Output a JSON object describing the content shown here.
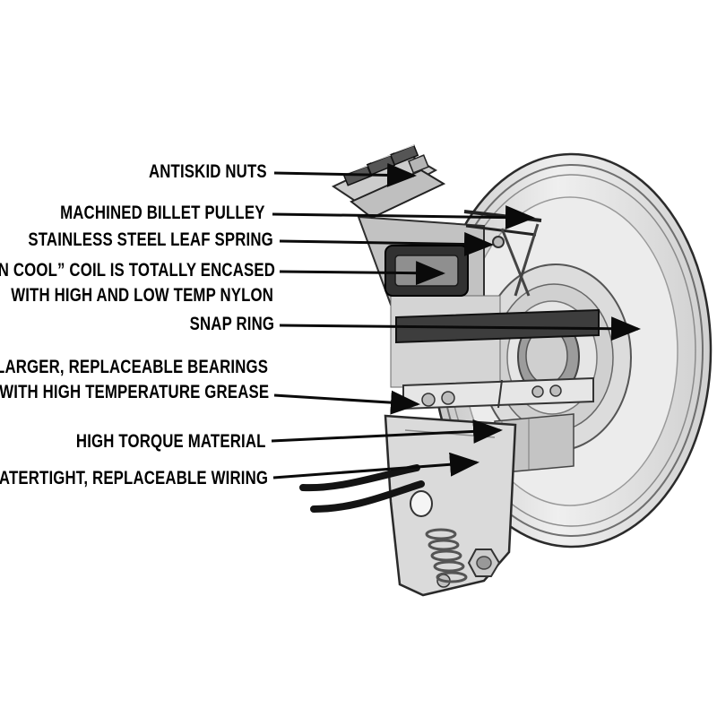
{
  "page": {
    "background": "#ffffff",
    "text_color": "#000000"
  },
  "diagram": {
    "callouts": [
      {
        "label": "ANTISKID NUTS"
      },
      {
        "label": "MACHINED BILLET PULLEY"
      },
      {
        "label": "STAINLESS STEEL LEAF SPRING"
      },
      {
        "label": "“RUN COOL” COIL IS TOTALLY ENCASED"
      },
      {
        "label": "WITH HIGH AND LOW TEMP NYLON"
      },
      {
        "label": "SNAP RING"
      },
      {
        "label": "LARGER, REPLACEABLE BEARINGS"
      },
      {
        "label": "WITH HIGH TEMPERATURE GREASE"
      },
      {
        "label": "HIGH TORQUE MATERIAL"
      },
      {
        "label": "WATERTIGHT, REPLACEABLE WIRING"
      }
    ]
  }
}
